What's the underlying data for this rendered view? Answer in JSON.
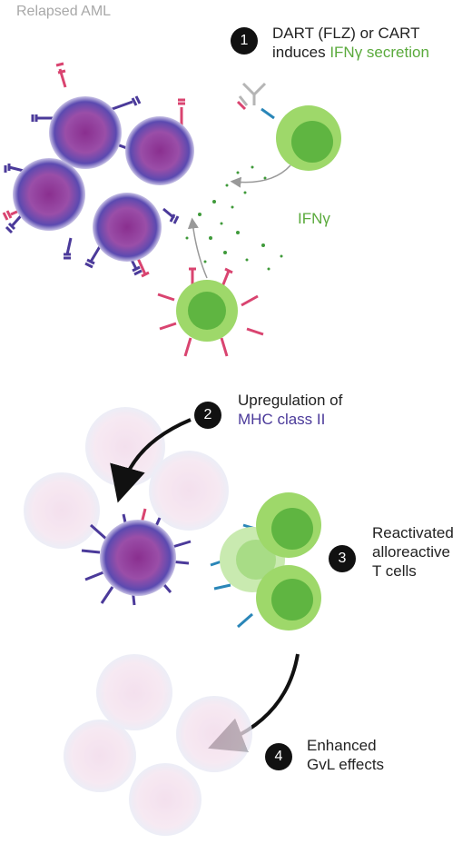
{
  "title": "Relapsed AML",
  "steps": [
    {
      "number": "1",
      "line1": "DART (FLZ) or CART",
      "line2_prefix": "induces ",
      "line2_highlight": "IFNγ secretion"
    },
    {
      "number": "2",
      "line1": "Upregulation of",
      "line2_highlight": "MHC class II"
    },
    {
      "number": "3",
      "line1": "Reactivated",
      "line2": "alloreactive",
      "line3": "T cells"
    },
    {
      "number": "4",
      "line1": "Enhanced",
      "line2": "GvL effects"
    }
  ],
  "cytokine_label": "IFNγ",
  "colors": {
    "aml_cell": "#8a4fa8",
    "aml_cell_rim": "#4a3ea0",
    "t_cell": "#9ed86a",
    "t_cell_nucleus": "#5fb541",
    "mhc_receptor": "#4b3a9a",
    "cart_receptor": "#d94470",
    "tcr_receptor": "#2a86b8",
    "ifn_highlight": "#5aaa3c",
    "mhc_highlight": "#4b3a9a"
  }
}
